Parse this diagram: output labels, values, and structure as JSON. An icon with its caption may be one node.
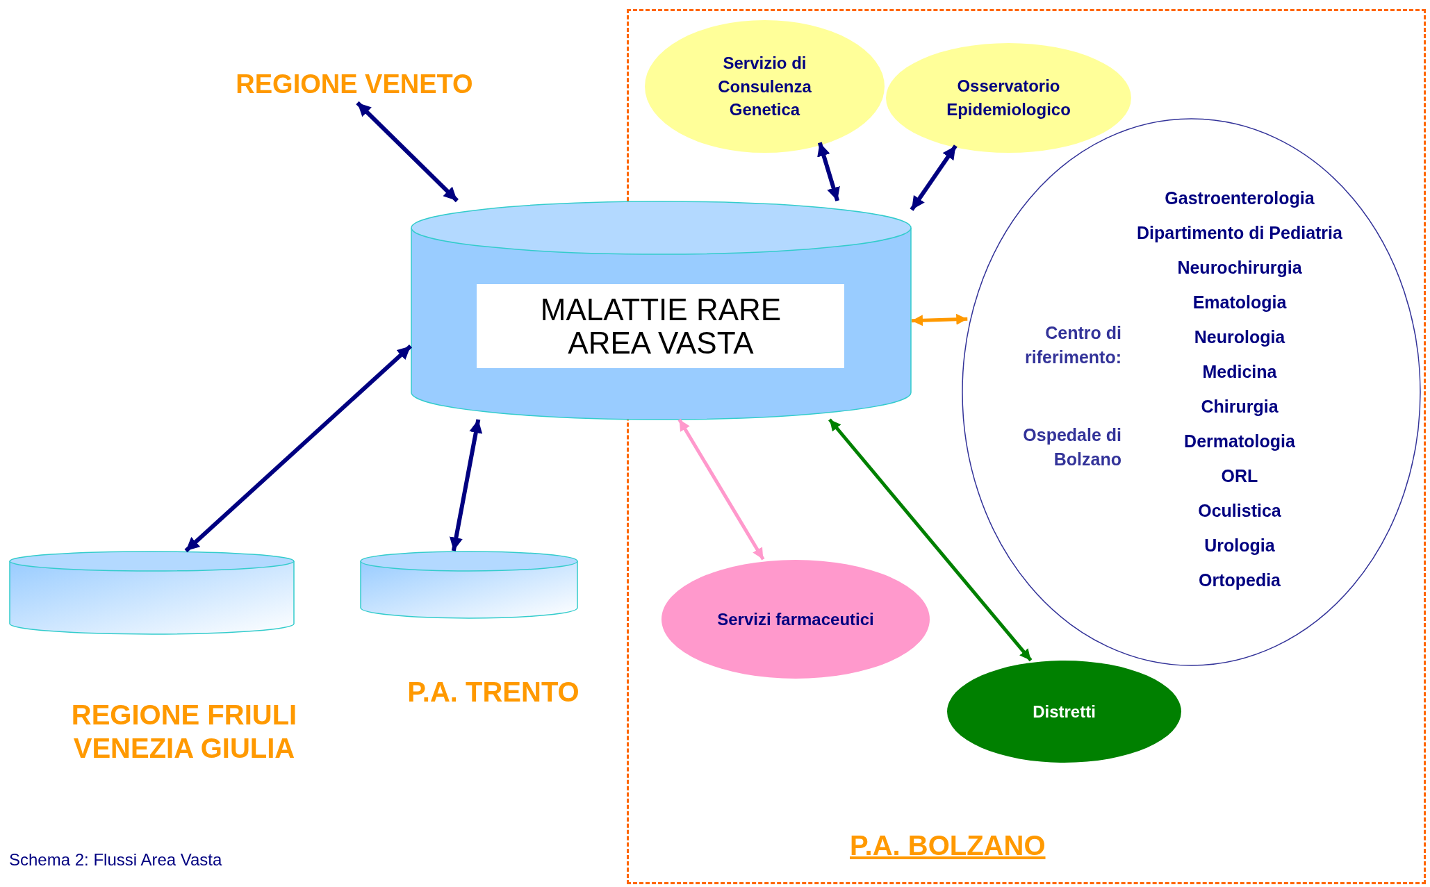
{
  "diagram": {
    "caption": "Schema 2: Flussi Area Vasta",
    "nodes": [
      {
        "text": [
          "P.A. BOLZANO"
        ]
      },
      {
        "text": [
          "MALATTIE RARE AREA VASTA"
        ]
      },
      {
        "text": [
          "REGIONE VENETO"
        ]
      },
      {
        "text": [],
        "shape": "cylinder",
        "beside": [
          "REGIONE FRIULI VENEZIA GIULIA"
        ]
      },
      {
        "text": [],
        "shape": "cylinder",
        "beside": [
          "P.A. TRENTO"
        ]
      },
      {
        "text": [
          "Servizio di Consulenza Genetica"
        ],
        "in": 0
      },
      {
        "text": [
          "Osservatorio Epidemiologico"
        ],
        "in": 0
      },
      {
        "text": [
          "Centro di riferimento:",
          "Ospedale di Bolzano",
          "Gastroenterologia",
          "Dipartimento di Pediatria",
          "Neurochirurgia",
          "Ematologia",
          "Neurologia",
          "Medicina",
          "Chirurgia",
          "Dermatologia",
          "ORL",
          "Oculistica",
          "Urologia",
          "Ortopedia"
        ],
        "in": 0
      },
      {
        "text": [
          "Servizi farmaceutici"
        ],
        "in": 0
      },
      {
        "text": [
          "Distretti"
        ],
        "in": 0
      }
    ],
    "edges": [
      {
        "from": 2,
        "to": 1,
        "arrow": "both"
      },
      {
        "from": 3,
        "to": 1,
        "arrow": "both"
      },
      {
        "from": 4,
        "to": 1,
        "arrow": "both"
      },
      {
        "from": 5,
        "to": 1,
        "arrow": "both"
      },
      {
        "from": 6,
        "to": 1,
        "arrow": "both"
      },
      {
        "from": 1,
        "to": 7,
        "arrow": "both",
        "color": "#ff9900"
      },
      {
        "from": 1,
        "to": 8,
        "arrow": "both",
        "color": "#ff99cc"
      },
      {
        "from": 1,
        "to": 9,
        "arrow": "both",
        "color": "#008000"
      }
    ]
  }
}
